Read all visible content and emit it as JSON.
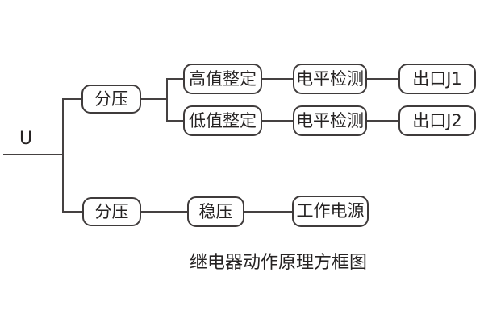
{
  "diagram": {
    "title": "继电器动作原理方框图",
    "input_label": "U",
    "nodes": {
      "divider_top": "分压",
      "high_setting": "高值整定",
      "level_detect_1": "电平检测",
      "output_j1": "出口J1",
      "low_setting": "低值整定",
      "level_detect_2": "电平检测",
      "output_j2": "出口J2",
      "divider_bottom": "分压",
      "regulator": "稳压",
      "working_power": "工作电源"
    },
    "colors": {
      "background": "#ffffff",
      "line": "#454141",
      "node_border": "#3f3b3b",
      "text": "#262323"
    }
  }
}
